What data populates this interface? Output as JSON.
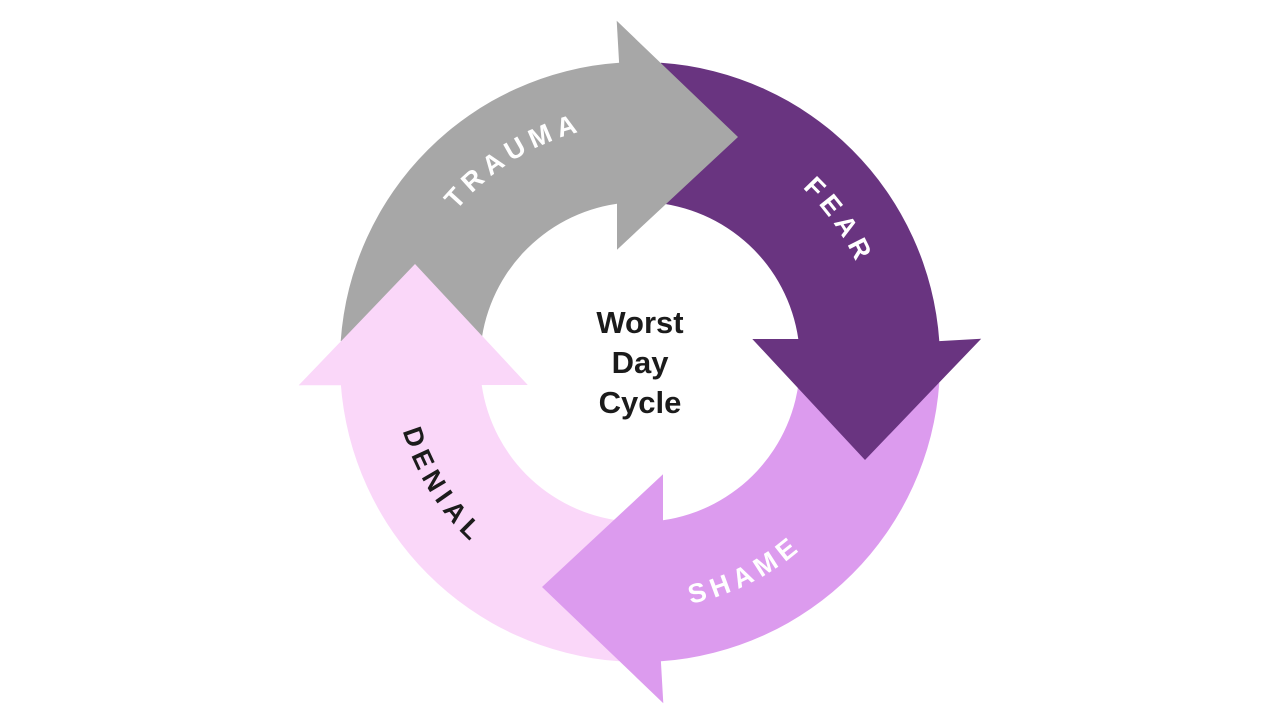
{
  "diagram": {
    "background_color": "#FFFFFF",
    "center": {
      "line1": "Worst",
      "line2": "Day",
      "line3": "Cycle",
      "text_color": "#1B1B1B"
    },
    "segments": [
      {
        "label": "TRAUMA",
        "color": "#A7A7A7",
        "label_color": "#FFFFFF"
      },
      {
        "label": "FEAR",
        "color": "#693480",
        "label_color": "#FFFFFF"
      },
      {
        "label": "SHAME",
        "color": "#DC9BEE",
        "label_color": "#FFFFFF"
      },
      {
        "label": "DENIAL",
        "color": "#FAD7F9",
        "label_color": "#1C1C1C"
      }
    ]
  }
}
